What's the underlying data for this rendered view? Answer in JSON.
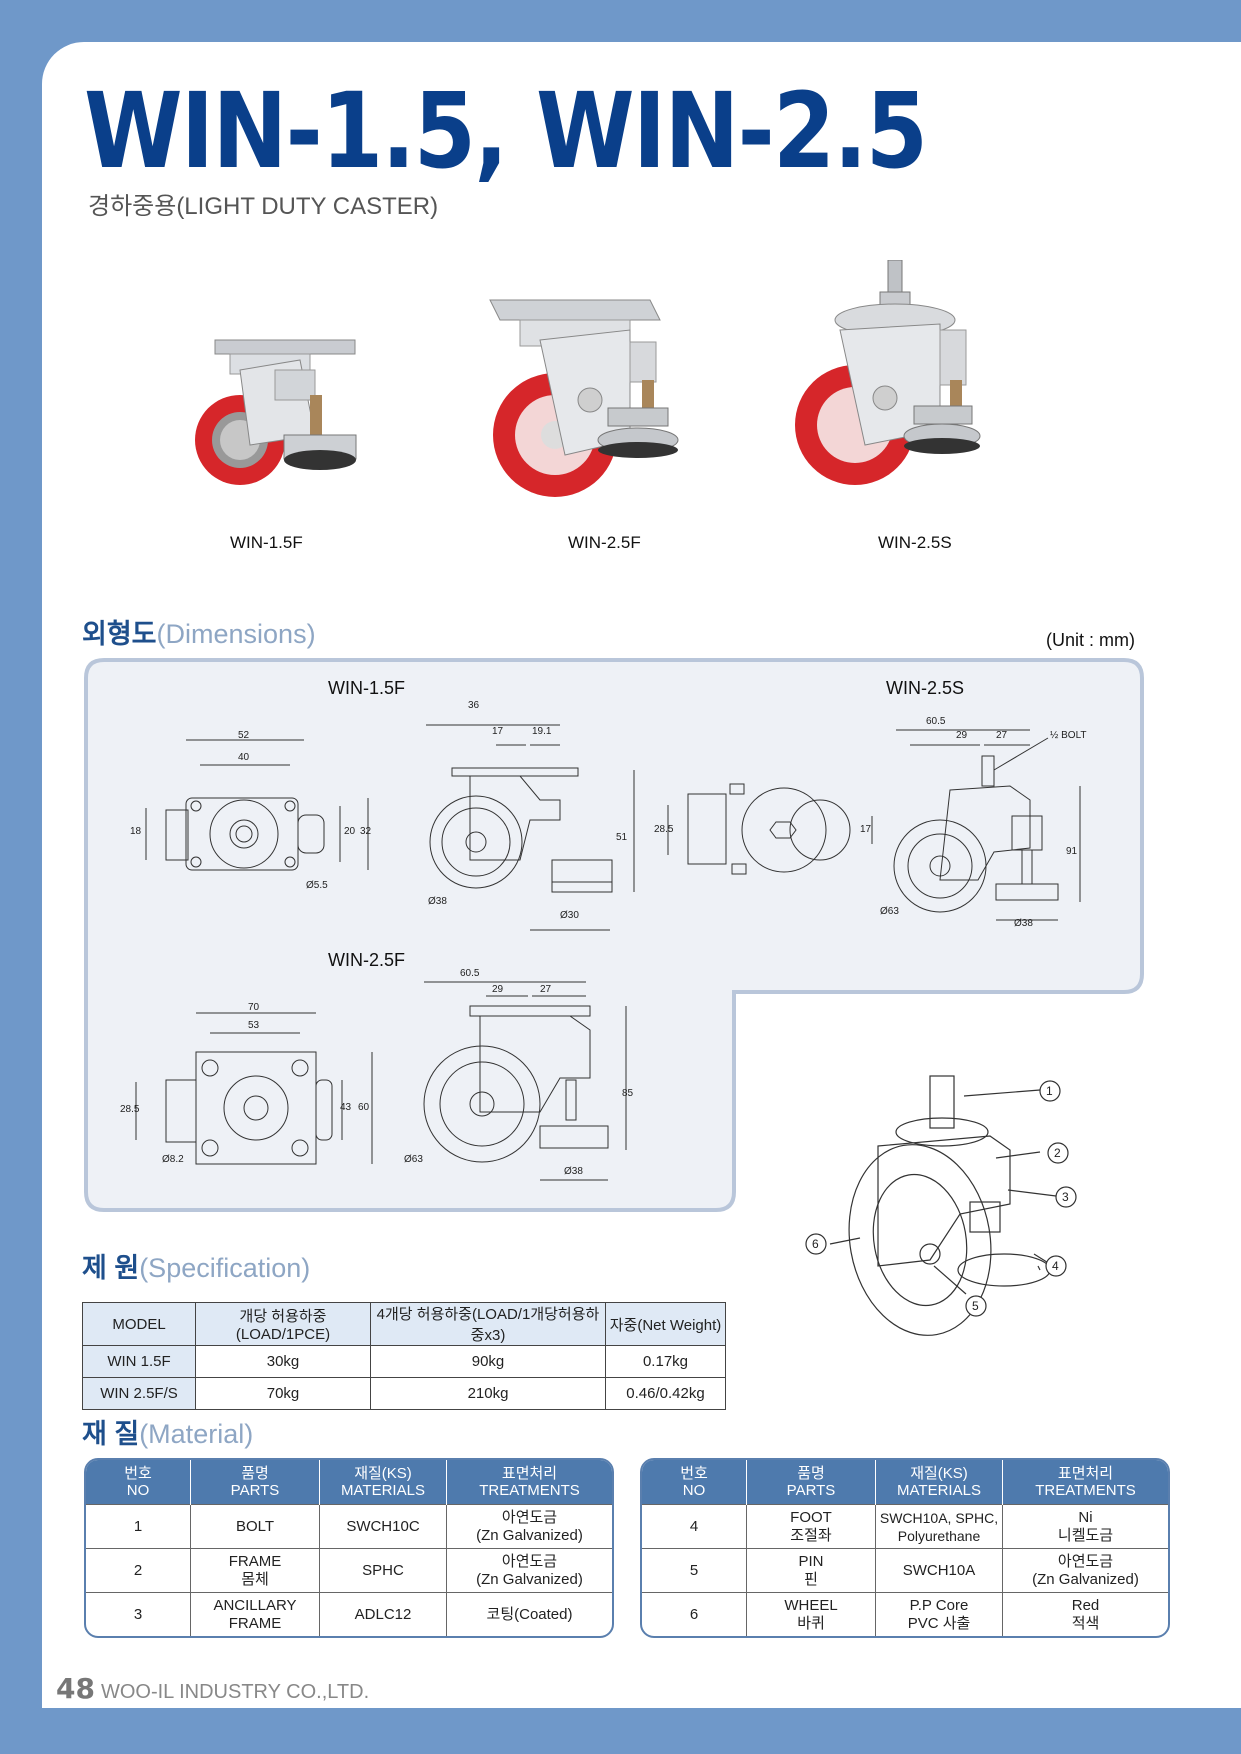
{
  "title": "WIN-1.5, WIN-2.5",
  "subtitle": "경하중용(LIGHT DUTY CASTER)",
  "photos": [
    {
      "label": "WIN-1.5F"
    },
    {
      "label": "WIN-2.5F"
    },
    {
      "label": "WIN-2.5S"
    }
  ],
  "dimensions": {
    "heading_ko": "외형도",
    "heading_en": "(Dimensions)",
    "unit": "(Unit : mm)",
    "win15f": {
      "label": "WIN-1.5F",
      "d52": "52",
      "d40": "40",
      "d18": "18",
      "d20": "20",
      "d32": "32",
      "d55": "Ø5.5",
      "d36": "36",
      "d17": "17",
      "d191": "19.1",
      "d51": "51",
      "d38": "Ø38",
      "d30": "Ø30"
    },
    "win25s": {
      "label": "WIN-2.5S",
      "d605": "60.5",
      "d29": "29",
      "d27": "27",
      "bolt": "½ BOLT",
      "d285": "28.5",
      "d17": "17",
      "d91": "91",
      "d63": "Ø63",
      "d38": "Ø38"
    },
    "win25f": {
      "label": "WIN-2.5F",
      "d70": "70",
      "d53": "53",
      "d285": "28.5",
      "d43": "43",
      "d60": "60",
      "d82": "Ø8.2",
      "d605": "60.5",
      "d29": "29",
      "d27": "27",
      "d85": "85",
      "d63": "Ø63",
      "d38": "Ø38"
    },
    "callouts": [
      "1",
      "2",
      "3",
      "4",
      "5",
      "6"
    ]
  },
  "specification": {
    "heading_ko": "제 원",
    "heading_en": "(Specification)",
    "headers": [
      "MODEL",
      "개당 허용하중(LOAD/1PCE)",
      "4개당 허용하중(LOAD/1개당허용하중x3)",
      "자중(Net Weight)"
    ],
    "rows": [
      [
        "WIN 1.5F",
        "30kg",
        "90kg",
        "0.17kg"
      ],
      [
        "WIN 2.5F/S",
        "70kg",
        "210kg",
        "0.46/0.42kg"
      ]
    ]
  },
  "material": {
    "heading_ko": "재 질",
    "heading_en": "(Material)",
    "headers": [
      {
        "ko": "번호",
        "en": "NO"
      },
      {
        "ko": "품명",
        "en": "PARTS"
      },
      {
        "ko": "재질(KS)",
        "en": "MATERIALS"
      },
      {
        "ko": "표면처리",
        "en": "TREATMENTS"
      }
    ],
    "left_rows": [
      {
        "no": "1",
        "part1": "BOLT",
        "part2": "",
        "mat1": "SWCH10C",
        "mat2": "",
        "tr1": "아연도금",
        "tr2": "(Zn Galvanized)"
      },
      {
        "no": "2",
        "part1": "FRAME",
        "part2": "몸체",
        "mat1": "SPHC",
        "mat2": "",
        "tr1": "아연도금",
        "tr2": "(Zn Galvanized)"
      },
      {
        "no": "3",
        "part1": "ANCILLARY",
        "part2": "FRAME",
        "mat1": "ADLC12",
        "mat2": "",
        "tr1": "코팅(Coated)",
        "tr2": ""
      }
    ],
    "right_rows": [
      {
        "no": "4",
        "part1": "FOOT",
        "part2": "조절좌",
        "mat1": "SWCH10A, SPHC,",
        "mat2": "Polyurethane",
        "tr1": "Ni",
        "tr2": "니켈도금"
      },
      {
        "no": "5",
        "part1": "PIN",
        "part2": "핀",
        "mat1": "SWCH10A",
        "mat2": "",
        "tr1": "아연도금",
        "tr2": "(Zn Galvanized)"
      },
      {
        "no": "6",
        "part1": "WHEEL",
        "part2": "바퀴",
        "mat1": "P.P Core",
        "mat2": "PVC 사출",
        "tr1": "Red",
        "tr2": "적색"
      }
    ]
  },
  "footer": {
    "page": "48",
    "company": "WOO-IL INDUSTRY CO.,LTD."
  },
  "colors": {
    "band": "#6f98c9",
    "title": "#0a3f8a",
    "panel": "#eef1f6",
    "panel_border": "#b9c6da",
    "wheel_red": "#d6262a",
    "table_head": "#4e7aad"
  }
}
